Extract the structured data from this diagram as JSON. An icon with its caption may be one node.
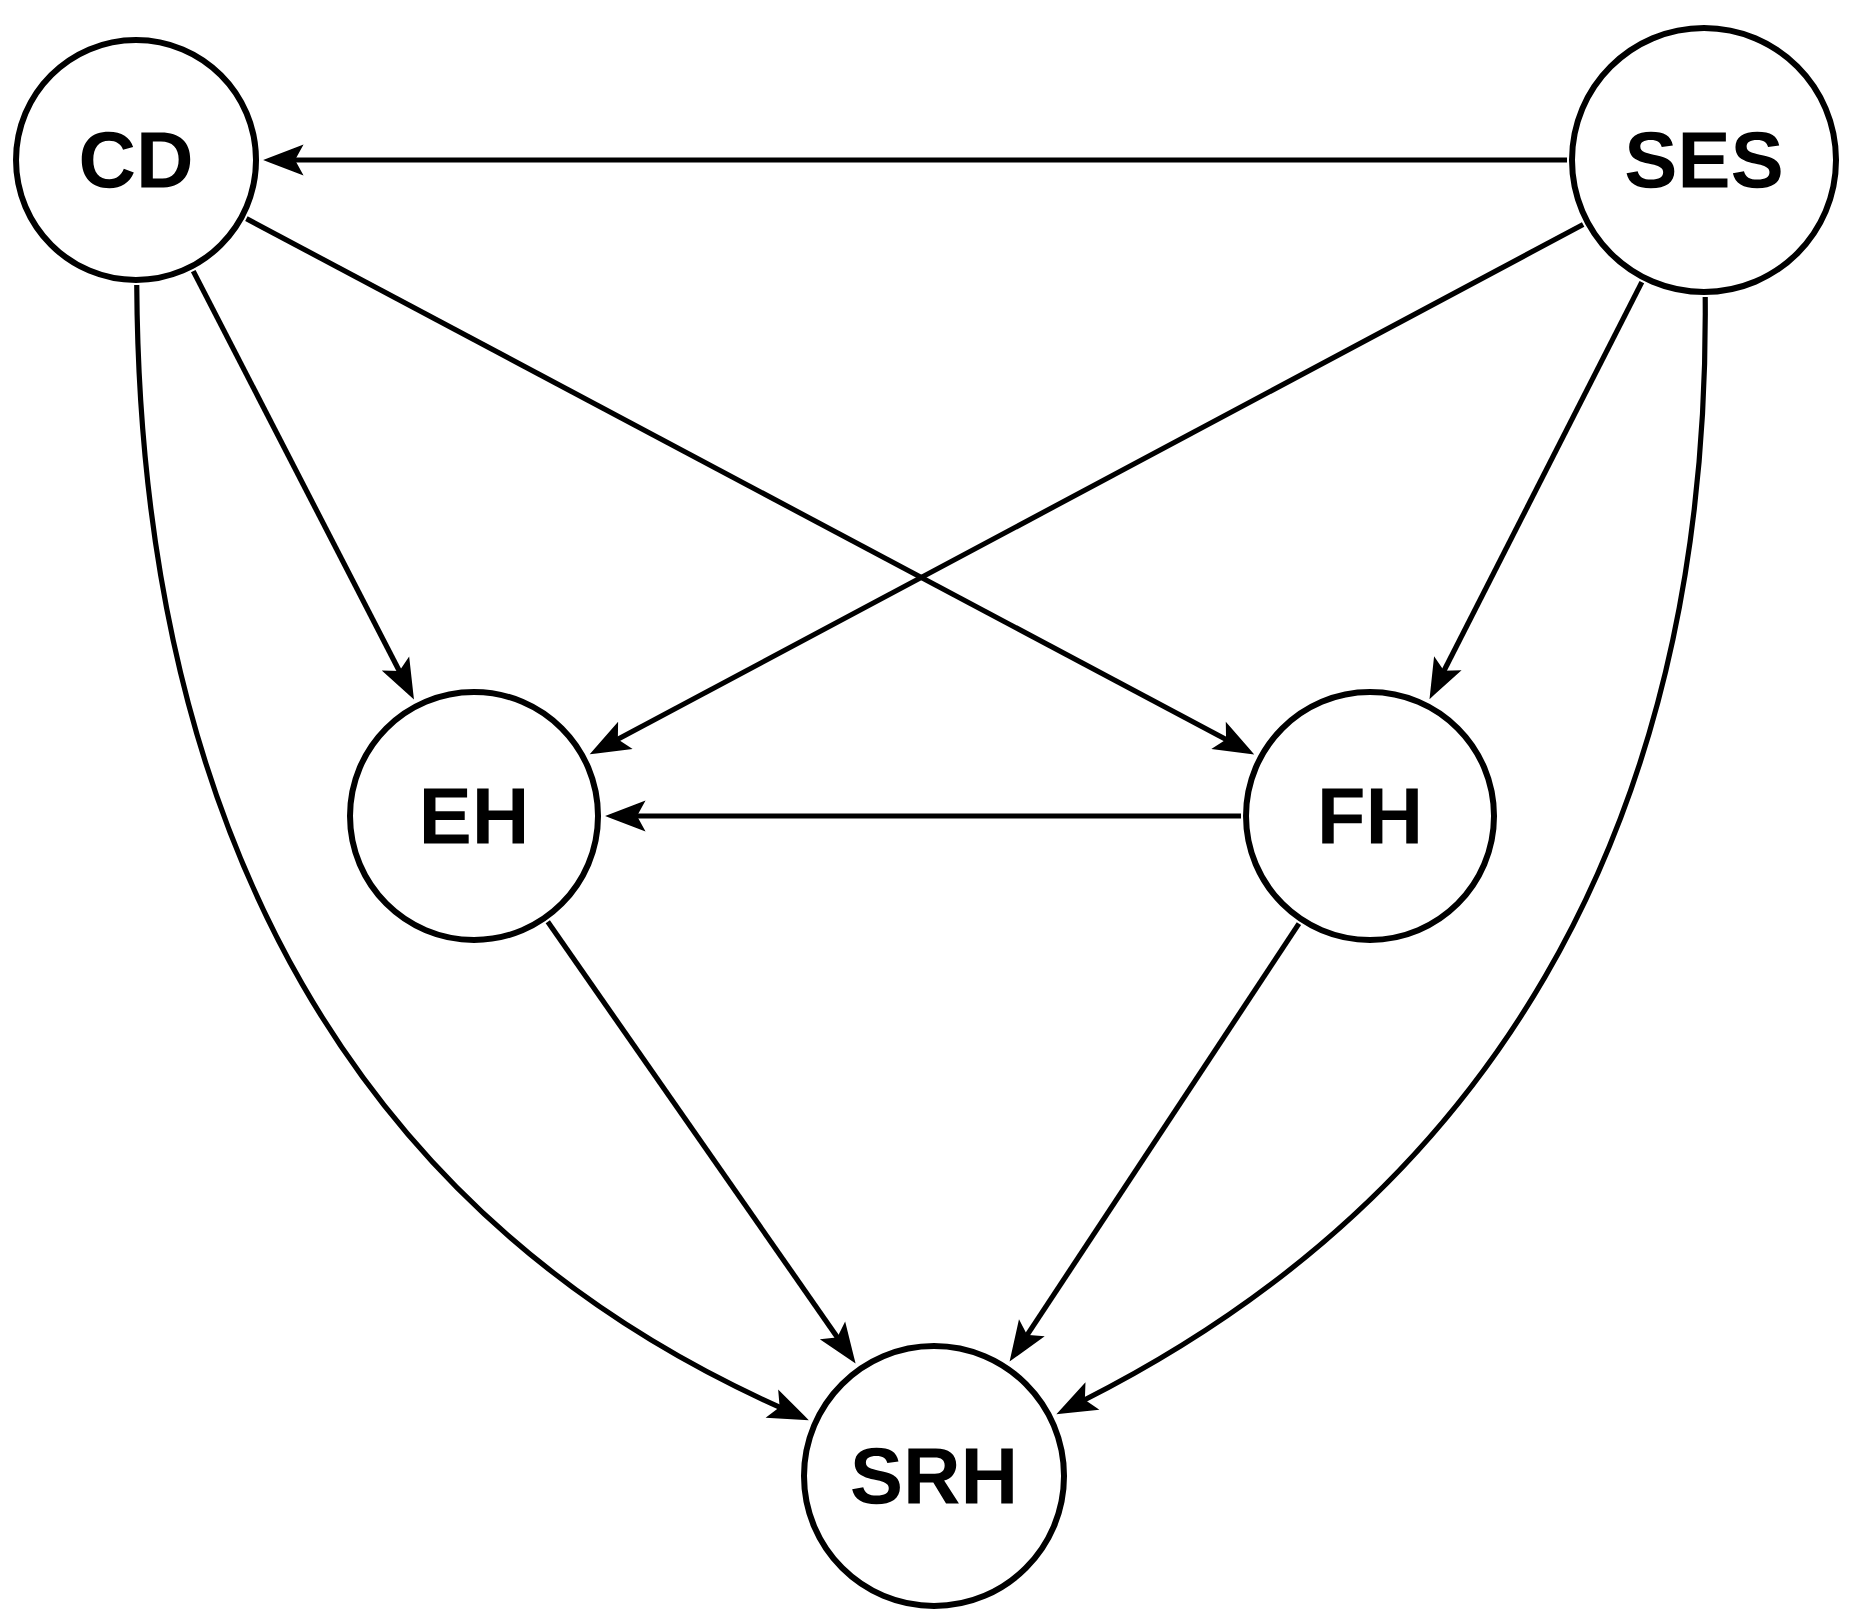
{
  "diagram": {
    "nodes": [
      {
        "text": [
          "CD"
        ]
      },
      {
        "text": [
          "SES"
        ]
      },
      {
        "text": [
          "EH"
        ]
      },
      {
        "text": [
          "FH"
        ]
      },
      {
        "text": [
          "SRH"
        ]
      }
    ],
    "edges": [
      {
        "from": 1,
        "to": 0,
        "arrow": "to"
      },
      {
        "from": 0,
        "to": 2,
        "arrow": "to"
      },
      {
        "from": 0,
        "to": 3,
        "arrow": "to"
      },
      {
        "from": 0,
        "to": 4,
        "arrow": "to"
      },
      {
        "from": 1,
        "to": 2,
        "arrow": "to"
      },
      {
        "from": 1,
        "to": 3,
        "arrow": "to"
      },
      {
        "from": 1,
        "to": 4,
        "arrow": "to"
      },
      {
        "from": 3,
        "to": 2,
        "arrow": "to"
      },
      {
        "from": 2,
        "to": 4,
        "arrow": "to"
      },
      {
        "from": 3,
        "to": 4,
        "arrow": "to"
      }
    ]
  }
}
